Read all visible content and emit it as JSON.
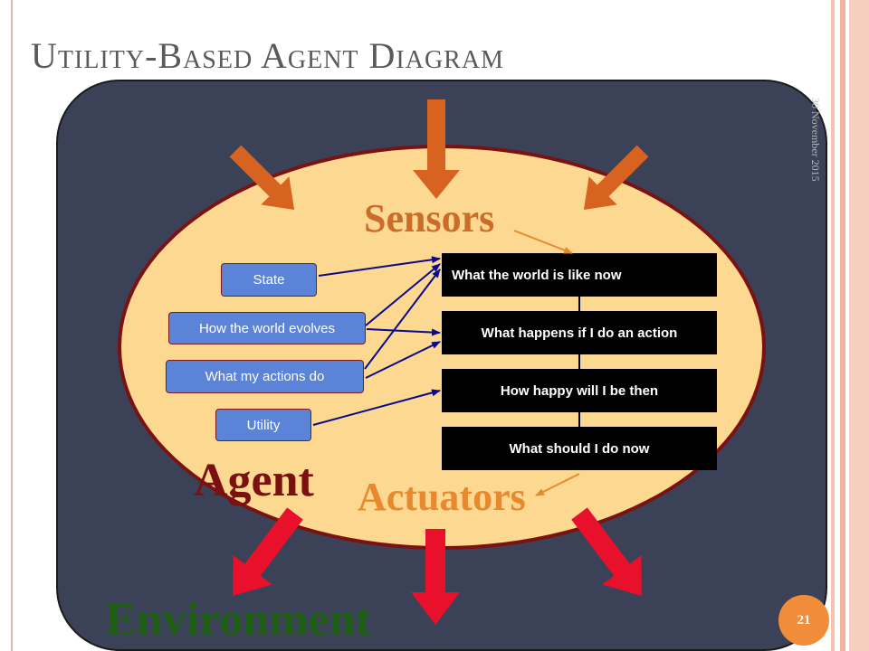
{
  "slide": {
    "title": "Utility-Based Agent Diagram",
    "date": "30 November 2015",
    "page_number": "21"
  },
  "labels": {
    "sensors": "Sensors",
    "agent": "Agent",
    "actuators": "Actuators",
    "environment": "Environment"
  },
  "knowledge": {
    "state": "State",
    "world_evolves": "How the world evolves",
    "actions_do": "What my actions do",
    "utility": "Utility"
  },
  "pipeline": {
    "world_now": "What the world is like now",
    "happens_if": "What happens if I do an action",
    "how_happy": "How happy will I be then",
    "do_now": "What should I do now"
  },
  "colors": {
    "environment_panel": "#3b4257",
    "agent_ellipse": "#fcd891",
    "agent_border": "#7a1212",
    "sensor_arrows": "#d8621f",
    "actuator_arrows": "#e8102a",
    "pill_fill": "#5b84d8",
    "box_fill": "#000000",
    "accent": "#f08c3a"
  }
}
